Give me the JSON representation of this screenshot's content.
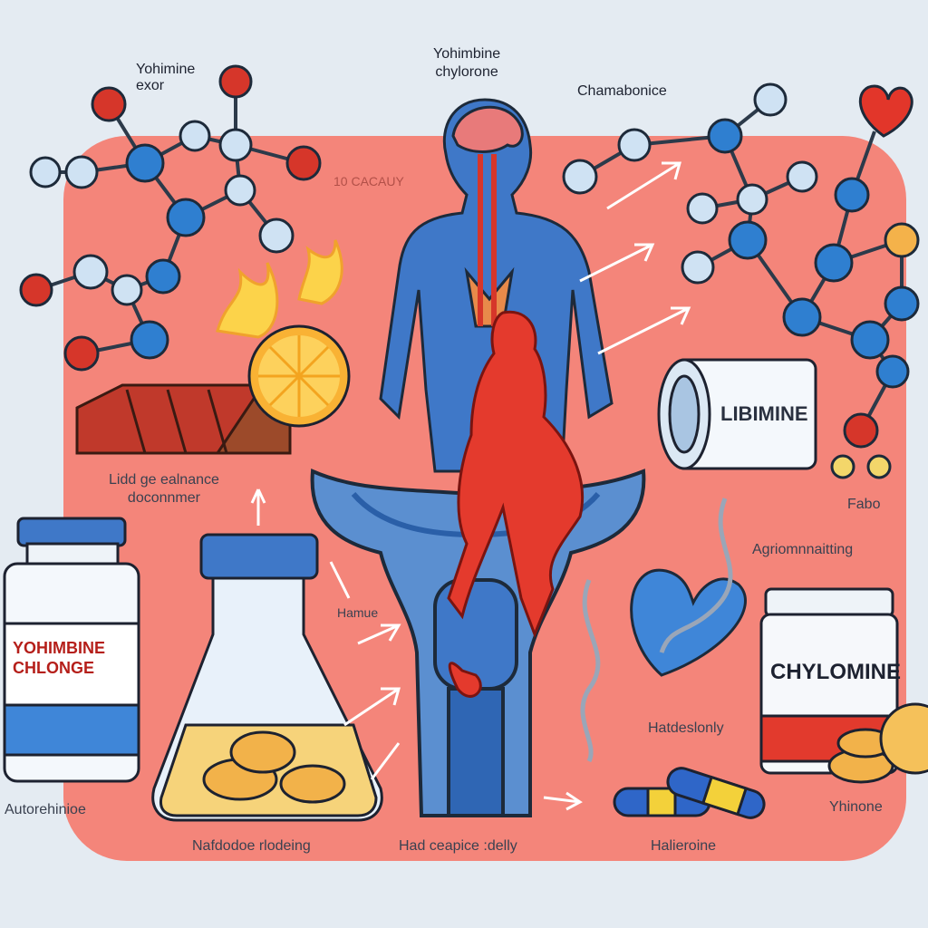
{
  "labels": {
    "yohimbine_top_left": "Yohimine\nexor",
    "yohimbine_top_center": "Yohimbine\nchylorone",
    "chamabonice": "Chamabonice",
    "calorie": "10 CACAUY",
    "lipid_balance": "Lidd ge ealnance\ndoconnmer",
    "hamue": "Hamue",
    "agriom": "Agriomnnaitting",
    "fabo": "Fabo",
    "autonehinioe": "Autorehinioe",
    "nafdodoe": "Nafdodoe rlodeing",
    "had_ceapice": "Had ceapice :delly",
    "hadeslonly": "Hatdeslonly",
    "halieroine": "Halieroine",
    "yhinone": "Yhinone"
  },
  "bottles": {
    "left_bottle": "YOHIMBINE\nCHLONGE",
    "libimine_can": "LIBIMINE",
    "chylomine_jar": "CHYLOMINE"
  },
  "colors": {
    "background": "#e4ebf2",
    "panel": "#f4857a",
    "figure_blue": "#3f78c8",
    "figure_red": "#e43a2d",
    "atom_blue": "#2f7fd0",
    "atom_light": "#cfe2f3",
    "atom_red": "#d6362a"
  }
}
